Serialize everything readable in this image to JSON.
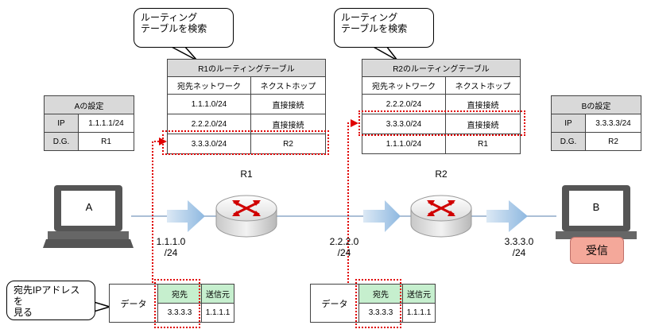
{
  "bubbles": {
    "r1_search": "ルーティング\nテーブルを検索",
    "r2_search": "ルーティング\nテーブルを検索",
    "look_dest": "宛先IPアドレスを\n見る"
  },
  "r1_table": {
    "title": "R1のルーティングテーブル",
    "col_net": "宛先ネットワーク",
    "col_hop": "ネクストホップ",
    "rows": [
      [
        "1.1.1.0/24",
        "直接接続"
      ],
      [
        "2.2.2.0/24",
        "直接接続"
      ],
      [
        "3.3.3.0/24",
        "R2"
      ]
    ]
  },
  "r2_table": {
    "title": "R2のルーティングテーブル",
    "col_net": "宛先ネットワーク",
    "col_hop": "ネクストホップ",
    "rows": [
      [
        "2.2.2.0/24",
        "直接接続"
      ],
      [
        "3.3.3.0/24",
        "直接接続"
      ],
      [
        "1.1.1.0/24",
        "R1"
      ]
    ]
  },
  "a_settings": {
    "title": "Aの設定",
    "rows": [
      [
        "IP",
        "1.1.1.1/24"
      ],
      [
        "D.G.",
        "R1"
      ]
    ]
  },
  "b_settings": {
    "title": "Bの設定",
    "rows": [
      [
        "IP",
        "3.3.3.3/24"
      ],
      [
        "D.G.",
        "R2"
      ]
    ]
  },
  "hosts": {
    "a": "A",
    "b": "B",
    "receive": "受信"
  },
  "routers": {
    "r1": "R1",
    "r2": "R2"
  },
  "networks": {
    "n1": "1.1.1.0\n/24",
    "n2": "2.2.2.0\n/24",
    "n3": "3.3.3.0\n/24"
  },
  "packet1": {
    "data": "データ",
    "dst_label": "宛先",
    "src_label": "送信元",
    "dst": "3.3.3.3",
    "src": "1.1.1.1"
  },
  "packet2": {
    "data": "データ",
    "dst_label": "宛先",
    "src_label": "送信元",
    "dst": "3.3.3.3",
    "src": "1.1.1.1"
  },
  "colors": {
    "arrow": "#9dc3e6",
    "highlight": "#e00000",
    "header": "#d9d9d9",
    "packet_header": "#c6efce",
    "receive": "#f4a89a"
  }
}
